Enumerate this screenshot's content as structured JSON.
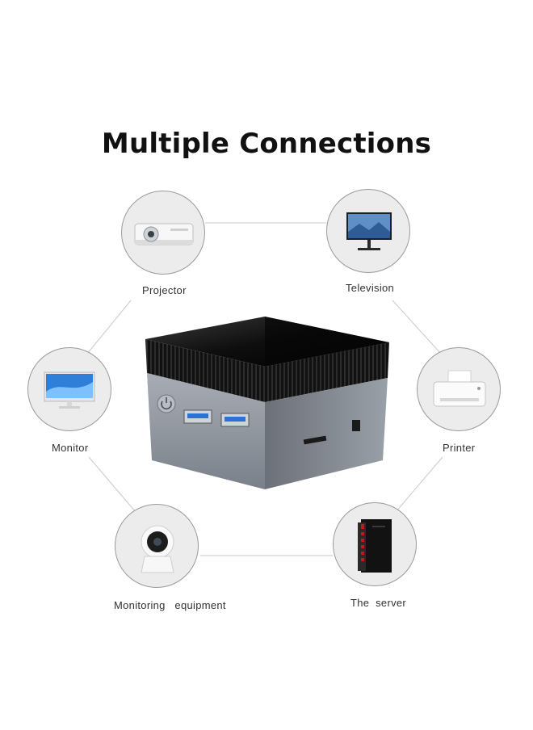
{
  "title": "Multiple Connections",
  "connections": [
    {
      "label": "Projector",
      "icon": "projector-icon"
    },
    {
      "label": "Television",
      "icon": "television-icon"
    },
    {
      "label": "Monitor",
      "icon": "monitor-icon"
    },
    {
      "label": "Printer",
      "icon": "printer-icon"
    },
    {
      "label": "Monitoring   equipment",
      "icon": "security-camera-icon"
    },
    {
      "label": "The  server",
      "icon": "server-tower-icon"
    }
  ],
  "colors": {
    "accent_red": "#c0191a",
    "device_top": "#0d0d0d",
    "device_body": "#8c929b"
  }
}
